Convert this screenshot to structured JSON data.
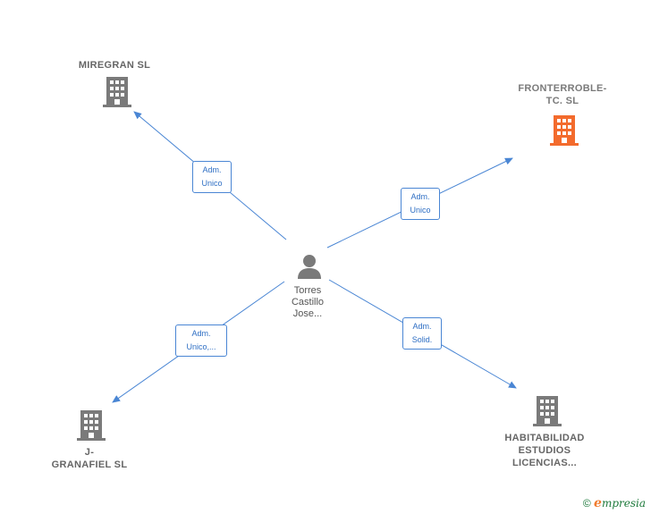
{
  "colors": {
    "edge": "#4a86d4",
    "building": "#7a7a7a",
    "building_highlight": "#f36b2d",
    "person": "#7a7a7a",
    "footer_green": "#1e7a3c",
    "footer_orange": "#f07b2e"
  },
  "center": {
    "name": "Torres\nCastillo\nJose...",
    "icon": "person-icon"
  },
  "nodes": [
    {
      "name": "MIREGRAN  SL",
      "icon": "building-icon",
      "highlight": false
    },
    {
      "name": "FRONTERROBLE-\nTC.   SL",
      "icon": "building-icon",
      "highlight": true
    },
    {
      "name": "J-\nGRANAFIEL  SL",
      "icon": "building-icon",
      "highlight": false
    },
    {
      "name": "HABITABILIDAD\nESTUDIOS\nLICENCIAS...",
      "icon": "building-icon",
      "highlight": false
    }
  ],
  "edges": [
    {
      "role": "Adm.\nUnico"
    },
    {
      "role": "Adm.\nUnico"
    },
    {
      "role": "Adm.\nUnico,..."
    },
    {
      "role": "Adm.\nSolid."
    }
  ],
  "footer": {
    "copyright_symbol": "©",
    "brand_initial": "e",
    "brand_rest": "mpresia"
  }
}
